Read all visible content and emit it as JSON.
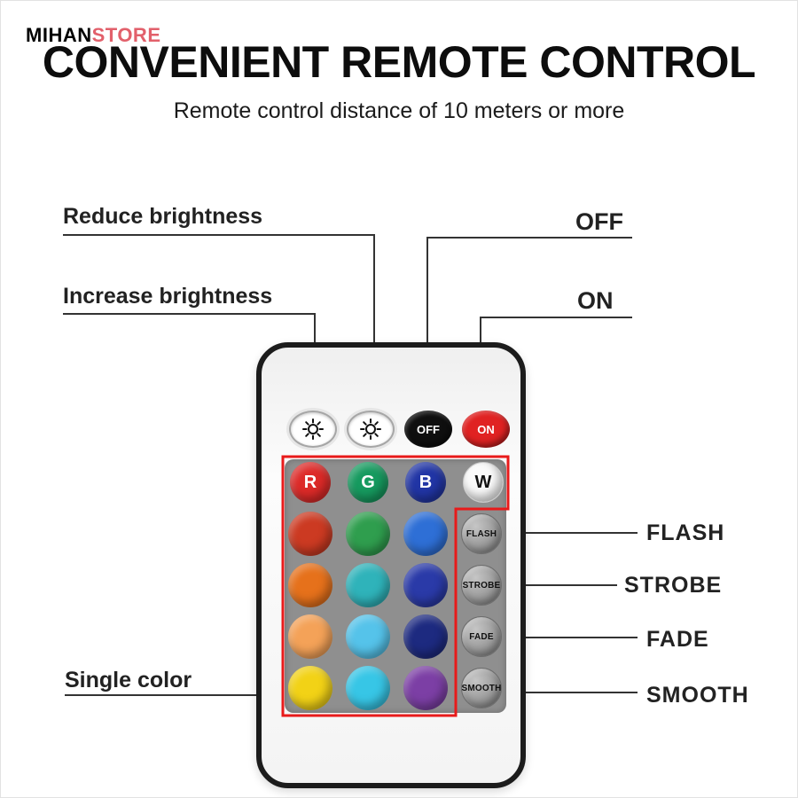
{
  "logo": {
    "mihan": "MIHAN",
    "store": "STORE"
  },
  "header": {
    "title": "CONVENIENT REMOTE CONTROL",
    "subtitle": "Remote control distance of 10 meters or more"
  },
  "callouts": {
    "reduce_brightness": "Reduce brightness",
    "increase_brightness": "Increase brightness",
    "off": "OFF",
    "on": "ON",
    "single_color": "Single color",
    "flash": "FLASH",
    "strobe": "STROBE",
    "fade": "FADE",
    "smooth": "SMOOTH"
  },
  "colors": {
    "red_box": "#e81a1a",
    "off_button": "#0f0f0f",
    "on_button": "#e02222",
    "panel": "#8f8f8f"
  },
  "remote": {
    "power_row": {
      "brightness_down_icon": "dimmer-icon",
      "brightness_up_icon": "dimmer-icon",
      "off_label": "OFF",
      "on_label": "ON"
    },
    "letter_buttons": [
      {
        "label": "R",
        "bg": "#dd2a28",
        "fg": "#ffffff"
      },
      {
        "label": "G",
        "bg": "#169a5f",
        "fg": "#ffffff"
      },
      {
        "label": "B",
        "bg": "#2135a5",
        "fg": "#ffffff"
      },
      {
        "label": "W",
        "bg": "#fafafa",
        "fg": "#111111"
      }
    ],
    "color_buttons": [
      [
        "#cc3a22",
        "#2f9e4e",
        "#2e6fd6"
      ],
      [
        "#e6711b",
        "#2fb3ba",
        "#2a3aa8"
      ],
      [
        "#f4a258",
        "#55c3ea",
        "#1d2a80"
      ],
      [
        "#f2d216",
        "#37c6e6",
        "#7c3fa5"
      ]
    ],
    "mode_buttons": [
      "FLASH",
      "STROBE",
      "FADE",
      "SMOOTH"
    ]
  }
}
